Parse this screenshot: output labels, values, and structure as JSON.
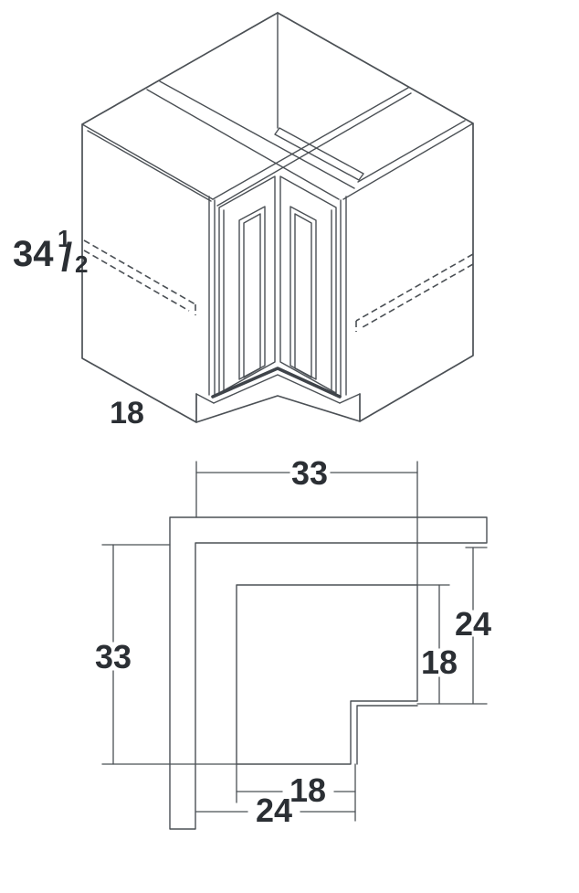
{
  "figure": {
    "type": "corner-base-cabinet-spec-diagram",
    "views": [
      "isometric",
      "plan"
    ]
  },
  "colors": {
    "line": "#4b5055",
    "band_fill": "#d9dadb",
    "text": "#2b2f34"
  },
  "iso_view": {
    "height_whole": "34",
    "height_frac_num": "1",
    "height_frac_slash": "/",
    "height_frac_den": "2",
    "depth_label": "18"
  },
  "plan_view": {
    "top_width": "33",
    "left_depth": "33",
    "right_outer": "24",
    "right_inner": "18",
    "bottom_inner": "18",
    "bottom_outer": "24"
  }
}
